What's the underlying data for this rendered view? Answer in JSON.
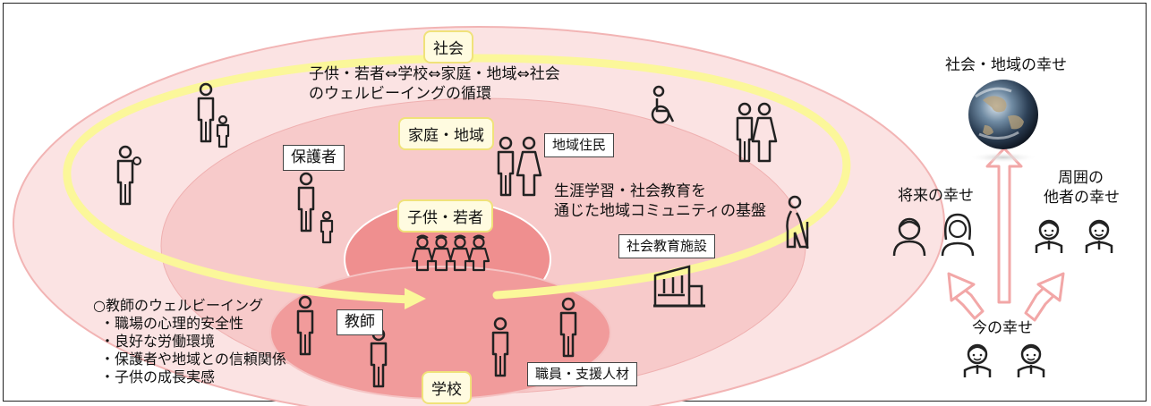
{
  "labels": {
    "society": "社会",
    "cycle_line1": "子供・若者⇔学校⇔家庭・地域⇔社会",
    "cycle_line2": "のウェルビーイングの循環",
    "home_region": "家庭・地域",
    "guardian": "保護者",
    "residents": "地域住民",
    "lifelong_line1": "生涯学習・社会教育を",
    "lifelong_line2": "通じた地域コミュニティの基盤",
    "children_youth": "子供・若者",
    "social_facility": "社会教育施設",
    "teacher": "教師",
    "school": "学校",
    "staff": "職員・支援人材"
  },
  "teacher_wellbeing": {
    "heading": "○教師のウェルビーイング",
    "items": [
      "・職場の心理的安全性",
      "・良好な労働環境",
      "・保護者や地域との信頼関係",
      "・子供の成長実感"
    ]
  },
  "right_panel": {
    "society_happiness": "社会・地域の幸せ",
    "future_happiness": "将来の幸せ",
    "others_line1": "周囲の",
    "others_line2": "他者の幸せ",
    "now_happiness": "今の幸せ"
  },
  "colors": {
    "outer_ellipse": "#fbe3e3",
    "middle_ellipse": "#f7c9c9",
    "school_ellipse": "#f19a9a",
    "center_circle": "#ef8f8f",
    "cycle_arrow": "#fbf79a",
    "arrow_pink": "#f4b6b6"
  }
}
